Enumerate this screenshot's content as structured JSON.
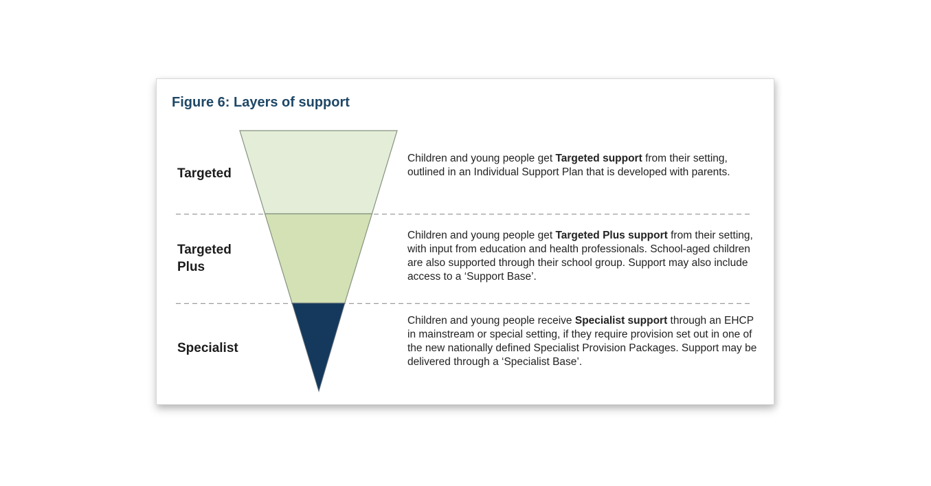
{
  "figure": {
    "title": "Figure 6: Layers of support"
  },
  "colors": {
    "title": "#1e4766",
    "targeted_fill": "#e3edd8",
    "targeted_plus_fill": "#d3e1b5",
    "specialist_fill": "#14395c",
    "funnel_stroke": "#85917f",
    "specialist_stroke": "#5f6b76",
    "dashed_line": "#9c9c9c",
    "label_text": "#1c1c1c",
    "body_text": "#222222"
  },
  "layers": [
    {
      "label": "Targeted",
      "text_before": "Children and young people get ",
      "text_bold": "Targeted support",
      "text_after": " from their setting, outlined in an Individual Support Plan that is developed with parents."
    },
    {
      "label": "Targeted Plus",
      "text_before": "Children and young people get ",
      "text_bold": "Targeted Plus support",
      "text_after": " from their setting, with input from education and health professionals. School-aged children are also supported through their school group. Support may also include access to a ‘Support Base’."
    },
    {
      "label": "Specialist",
      "text_before": "Children and young people receive ",
      "text_bold": "Specialist support",
      "text_after": " through an EHCP in mainstream or special setting, if they require provision set out in one of the new nationally defined Specialist Provision Packages. Support may be delivered through a ‘Specialist Base’."
    }
  ]
}
